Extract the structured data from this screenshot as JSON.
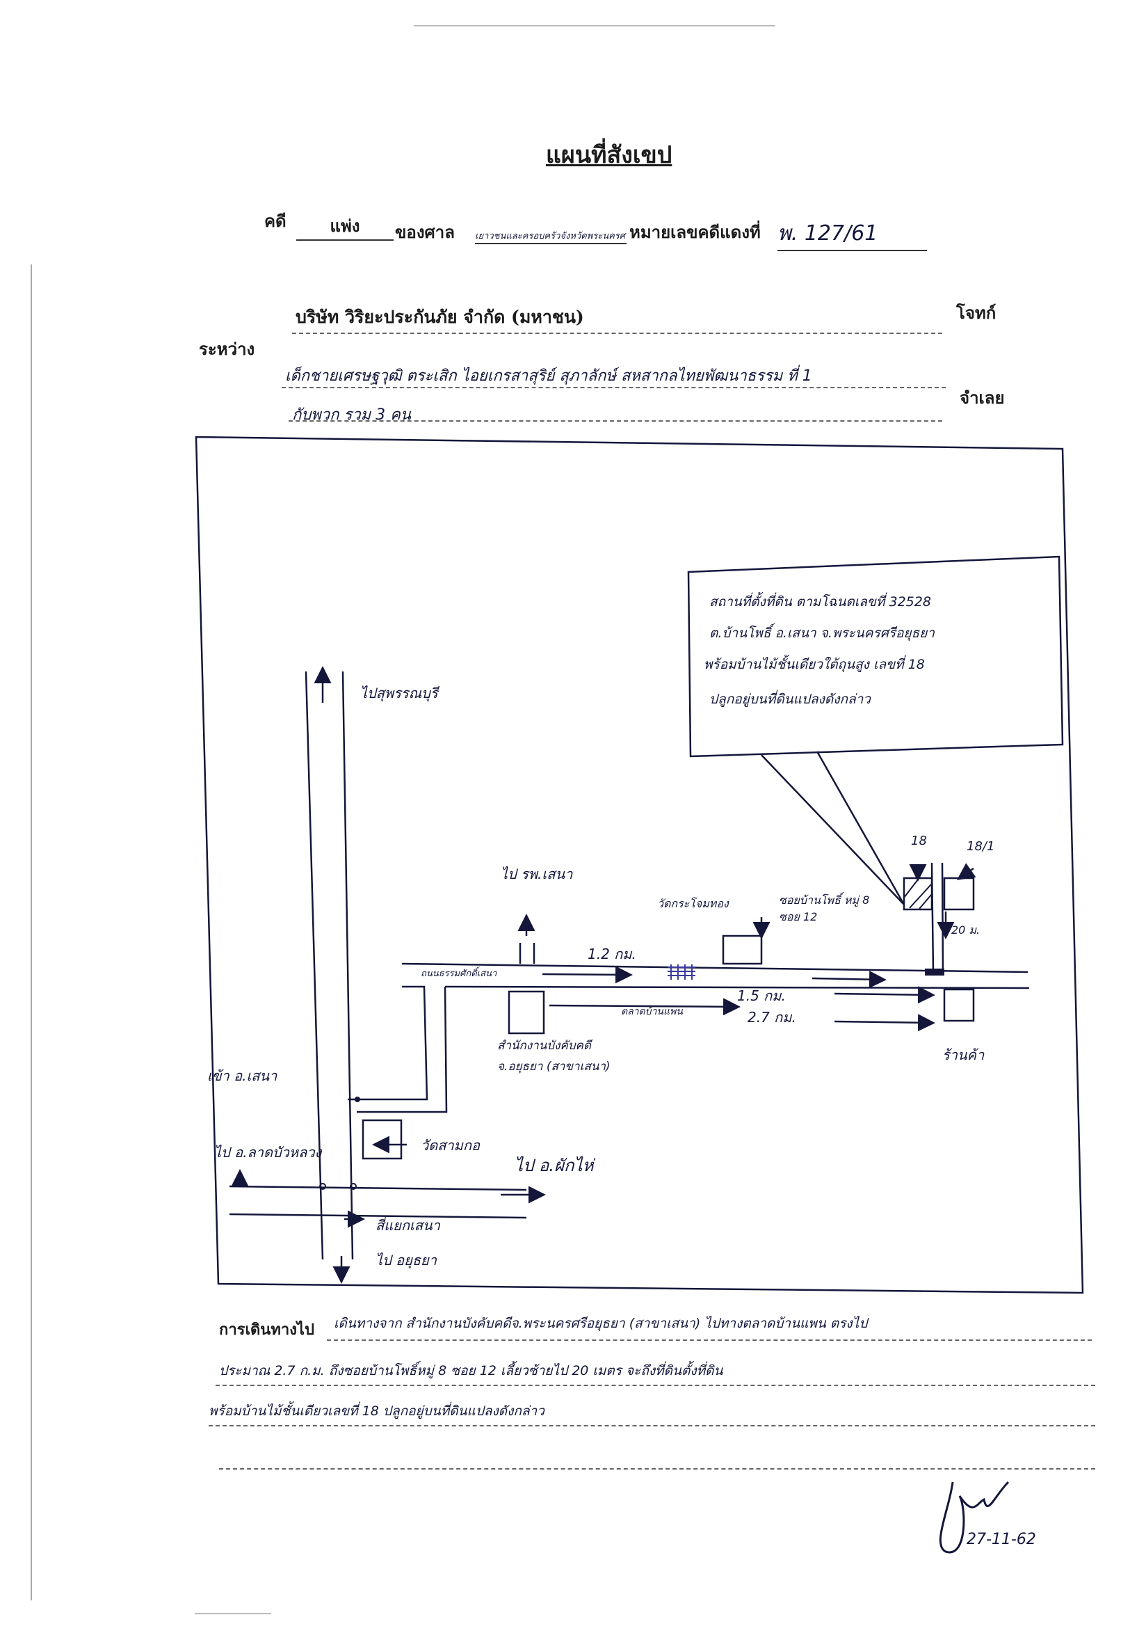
{
  "title": "แผนที่สังเขป",
  "case": {
    "case_label": "คดี",
    "case_type": "แพ่ง",
    "court_label": "ของศาล",
    "court_name": "เยาวชนและครอบครัวจังหวัดพระนครศรีอยุธยา",
    "red_number_label": "หมายเลขคดีแดงที่",
    "red_number": "พ. 127/61"
  },
  "parties": {
    "between_label": "ระหว่าง",
    "plaintiff": "บริษัท วิริยะประกันภัย จำกัด (มหาชน)",
    "plaintiff_role": "โจทก์",
    "defendant_line1": "เด็กชายเศรษฐวุฒิ ตระเสิก ไอยเกรสาสุริย์ สุภาลักษ์ สหสากลไทยพัฒนาธรรม ที่ 1",
    "defendant_line2": "กับพวก รวม 3 คน",
    "defendant_role": "จำเลย"
  },
  "map": {
    "callout": [
      "สถานที่ตั้งที่ดิน ตามโฉนดเลขที่ 32528",
      "ต.บ้านโพธิ์ อ.เสนา จ.พระนครศรีอยุธยา",
      "พร้อมบ้านไม้ชั้นเดียวใต้ถุนสูง เลขที่ 18",
      "ปลูกอยู่บนที่ดินแปลงดังกล่าว"
    ],
    "labels": {
      "to_suphanburi": "ไปสุพรรณบุรี",
      "to_hospital": "ไป รพ.เสนา",
      "road_name": "ถนนธรรมศักดิ์เสนา",
      "distance_1_2": "1.2 กม.",
      "distance_1_5": "1.5 กม.",
      "distance_2_7": "2.7 กม.",
      "market": "ตลาดบ้านแพน",
      "office": "สำนักงานบังคับคดี จ.อยุธยา (สาขาเสนา)",
      "school": "วัดกระโจมทอง",
      "village": "ซอยบ้านโพธิ์ หมู่ 8 ซอย 12",
      "house_18": "18",
      "house_18_1": "18/1",
      "distance_20m": "20 ม.",
      "shop": "ร้านค้า",
      "enter_sena": "เข้า อ.เสนา",
      "temple": "วัดสามกอ",
      "to_phak_hai": "ไป อ.ผักไห่",
      "to_lat_bua_luang": "ไป อ.ลาดบัวหลวง",
      "sena_junction": "สี่แยกเสนา",
      "to_ayutthaya": "ไป อยุธยา"
    }
  },
  "directions": {
    "label": "การเดินทางไป",
    "line1": "เดินทางจาก สำนักงานบังคับคดีจ.พระนครศรีอยุธยา (สาขาเสนา) ไปทางตลาดบ้านแพน ตรงไป",
    "line2": "ประมาณ 2.7 ก.ม. ถึงซอยบ้านโพธิ์หมู่ 8 ซอย 12 เลี้ยวซ้ายไป 20 เมตร จะถึงที่ดินตั้งที่ดิน",
    "line3": "พร้อมบ้านไม้ชั้นเดียวเลขที่ 18 ปลูกอยู่บนที่ดินแปลงดังกล่าว"
  },
  "footer": {
    "date": "27-11-62"
  }
}
